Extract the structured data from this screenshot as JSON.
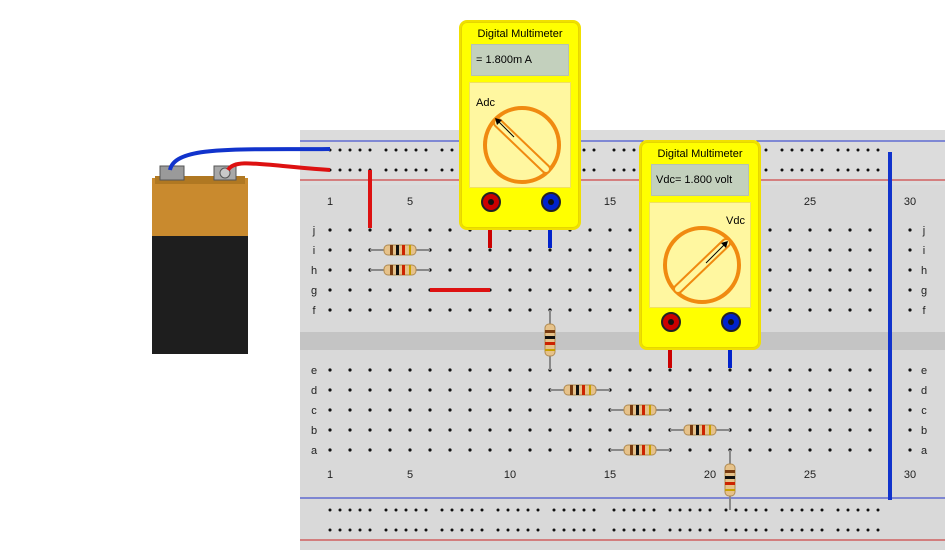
{
  "breadboard": {
    "column_labels": [
      "1",
      "5",
      "10",
      "15",
      "20",
      "25",
      "30"
    ],
    "row_labels_top": [
      "j",
      "i",
      "h",
      "g",
      "f"
    ],
    "row_labels_bottom": [
      "e",
      "d",
      "c",
      "b",
      "a"
    ]
  },
  "meters": [
    {
      "title": "Digital Multimeter",
      "reading": "= 1.800m A",
      "mode": "Adc"
    },
    {
      "title": "Digital Multimeter",
      "reading": "Vdc= 1.800 volt",
      "mode": "Vdc"
    }
  ],
  "colors": {
    "board": "#d9d9d9",
    "board_gap": "#c8c8c8",
    "hole": "#111111",
    "rail_red": "#cc2222",
    "rail_blue": "#2233cc",
    "wire_red": "#dd1111",
    "wire_blue": "#1133cc",
    "meter_body": "#ffff00",
    "lcd": "#c3d0bd",
    "dial": "#f08a10"
  }
}
